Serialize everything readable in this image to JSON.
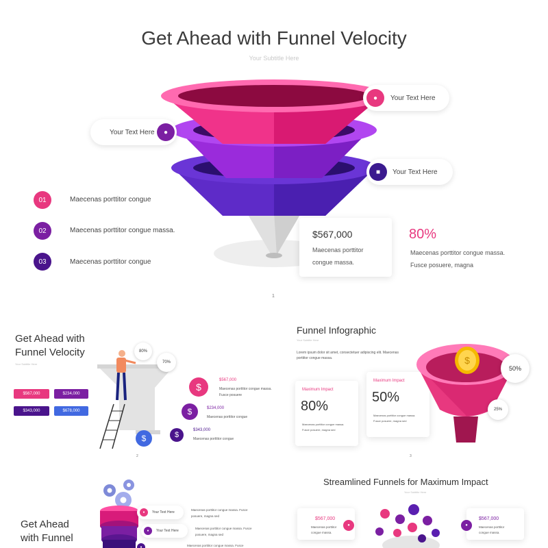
{
  "slide1": {
    "title": "Get Ahead with Funnel Velocity",
    "subtitle": "Your Subtitle Here",
    "callouts": [
      "Your Text Here",
      "Your Text Here",
      "Your Text Here"
    ],
    "list": [
      {
        "num": "01",
        "text": "Maecenas porttitor congue",
        "color": "#e8387f"
      },
      {
        "num": "02",
        "text": "Maecenas porttitor congue massa.",
        "color": "#7b1fa2"
      },
      {
        "num": "03",
        "text": "Maecenas porttitor congue",
        "color": "#4a148c"
      }
    ],
    "stat_card": {
      "value": "$567,000",
      "text1": "Maecenas porttitor",
      "text2": "congue massa."
    },
    "percent": {
      "value": "80%",
      "text1": "Maecenas porttitor congue massa.",
      "text2": "Fusce posuere, magna"
    },
    "page": "1"
  },
  "slide2": {
    "title1": "Get Ahead with",
    "title2": "Funnel Velocity",
    "subtitle": "Your Subtitle Here",
    "bubbles": [
      "80%",
      "70%"
    ],
    "tags": [
      "$567,000",
      "$234,000",
      "$343,000",
      "$678,000"
    ],
    "items": [
      {
        "value": "$567,000",
        "text1": "Maecenas porttitor congue massa.",
        "text2": "Fusce posuere"
      },
      {
        "value": "$234,000",
        "text1": "Maecenas porttitor congue",
        "text2": ""
      },
      {
        "value": "$343,000",
        "text1": "Maecenas porttitor congue",
        "text2": ""
      }
    ],
    "page": "2"
  },
  "slide3": {
    "title": "Funnel Infographic",
    "subtitle": "Your Subtitle Here",
    "lorem1": "Lorem ipsum dolor sit amet, consectetuer adipiscing elit. Maecenas",
    "lorem2": "porttitor congue massa.",
    "cards": [
      {
        "label": "Maximum Impact",
        "value": "80%",
        "text1": "Maecenas porttitor congue massa.",
        "text2": "Fusce posuere, magna sed"
      },
      {
        "label": "Maximum Impact",
        "value": "50%",
        "text1": "Maecenas porttitor congue massa.",
        "text2": "Fusce posuere, magna sed"
      }
    ],
    "bubbles": [
      "50%",
      "25%"
    ],
    "page": "3"
  },
  "slide4": {
    "title1": "Get Ahead",
    "title2": "with Funnel",
    "callouts": [
      "Your Text Here",
      "Your Text Here"
    ],
    "texts": [
      {
        "text1": "Maecenas porttitor congue massa. Fusce",
        "text2": "posuere, magna sed"
      },
      {
        "text1": "Maecenas porttitor congue massa. Fusce",
        "text2": "posuere, magna sed"
      },
      {
        "text1": "Maecenas porttitor congue massa. Fusce",
        "text2": ""
      }
    ]
  },
  "slide5": {
    "title": "Streamlined Funnels for Maximum Impact",
    "subtitle": "Your Subtitle Here",
    "left": {
      "value": "$567,000",
      "text1": "Maecenas porttitor",
      "text2": "congue massa."
    },
    "right": {
      "value": "$567,000",
      "text1": "Maecenas porttitor",
      "text2": "congue massa."
    }
  }
}
